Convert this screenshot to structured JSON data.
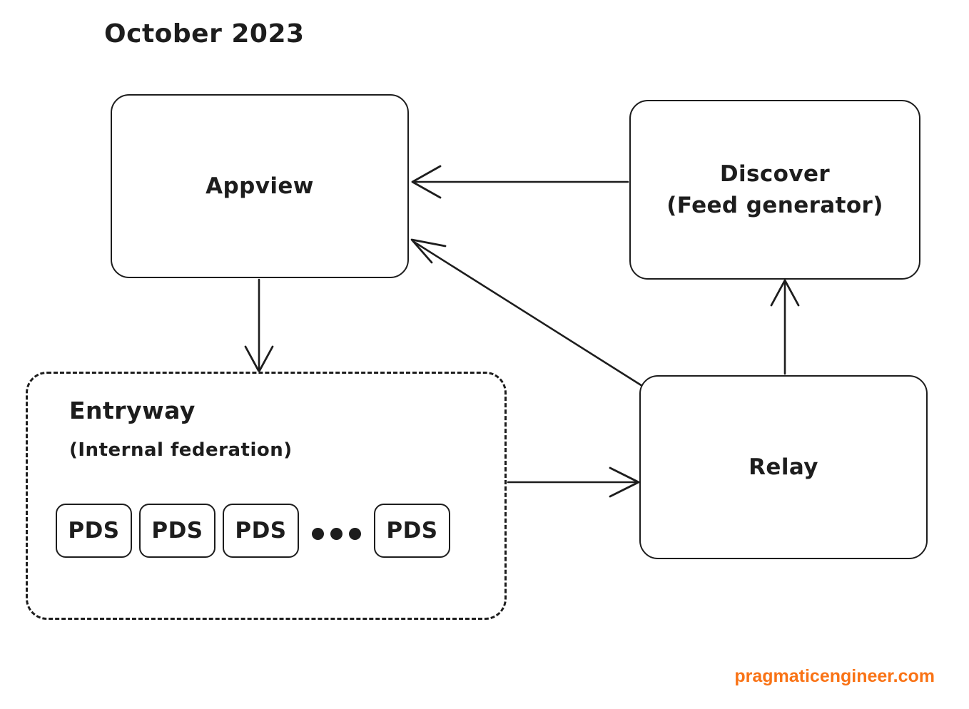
{
  "diagram": {
    "title": "October 2023",
    "watermark": "pragmaticengineer.com",
    "background_color": "#ffffff",
    "stroke_color": "#1d1d1d",
    "watermark_color": "#f97316"
  },
  "nodes": {
    "appview": {
      "label": "Appview"
    },
    "discover": {
      "label": "Discover\n(Feed generator)"
    },
    "relay": {
      "label": "Relay"
    },
    "entryway": {
      "title": "Entryway",
      "subtitle": "(Internal federation)",
      "style": "dashed"
    }
  },
  "pds": {
    "items": [
      {
        "label": "PDS"
      },
      {
        "label": "PDS"
      },
      {
        "label": "PDS"
      },
      {
        "label": "PDS"
      }
    ],
    "ellipsis": "•••"
  },
  "edges": [
    {
      "id": "discover-to-appview",
      "from": "discover",
      "to": "appview",
      "direction": "left",
      "style": "solid"
    },
    {
      "id": "relay-to-appview",
      "from": "relay",
      "to": "appview",
      "direction": "diagonal-up-left",
      "style": "solid"
    },
    {
      "id": "appview-to-entryway",
      "from": "appview",
      "to": "entryway",
      "direction": "down",
      "style": "solid"
    },
    {
      "id": "entryway-to-relay",
      "from": "entryway",
      "to": "relay",
      "direction": "right",
      "style": "solid"
    },
    {
      "id": "relay-to-discover",
      "from": "relay",
      "to": "discover",
      "direction": "up",
      "style": "solid"
    }
  ]
}
